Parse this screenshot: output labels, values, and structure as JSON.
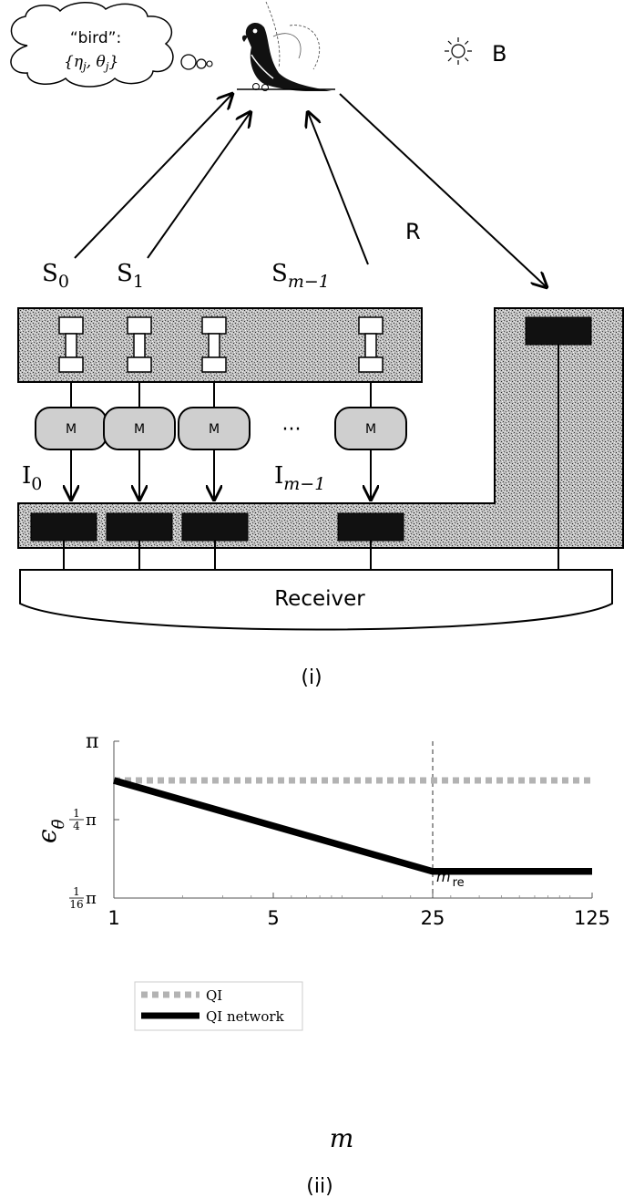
{
  "panel_i": {
    "thought_line1": "“bird”:",
    "thought_line2": "{η",
    "thought_sub_j1": "j",
    "thought_mid": ", θ",
    "thought_sub_j2": "j",
    "thought_end": "}",
    "sun_label": "B",
    "reflected_label": "R",
    "sources": [
      {
        "base": "S",
        "sub": "0"
      },
      {
        "base": "S",
        "sub": "1"
      },
      {
        "base": "S",
        "sub": "m−1"
      }
    ],
    "idlers": [
      {
        "base": "I",
        "sub": "0"
      },
      {
        "base": "I",
        "sub": "m−1"
      }
    ],
    "memory_label": "M",
    "ellipsis": "···",
    "receiver_label": "Receiver",
    "caption": "(i)"
  },
  "chart_data": {
    "type": "line",
    "xscale": "log5",
    "x_ticks": [
      "1",
      "5",
      "25",
      "125"
    ],
    "y_ticks": [
      {
        "label": "π",
        "value": 1.0
      },
      {
        "label": "1/4 π",
        "value": 0.25
      },
      {
        "label": "1/16 π",
        "value": 0.0625
      }
    ],
    "yscale": "log",
    "xlabel": "m",
    "ylabel": "ϵ_θ̄",
    "series": [
      {
        "name": "QI",
        "style": "dotted",
        "color": "#b3b3b3",
        "x": [
          1,
          125
        ],
        "y": [
          0.5,
          0.5
        ]
      },
      {
        "name": "QI network",
        "style": "solid",
        "color": "#000000",
        "x": [
          1,
          25,
          125
        ],
        "y": [
          0.5,
          0.1,
          0.1
        ]
      }
    ],
    "vline": {
      "x": 25,
      "label": "m",
      "label_sub": "re",
      "style": "dashed"
    },
    "legend_position": "bottom-left",
    "caption": "(ii)"
  }
}
